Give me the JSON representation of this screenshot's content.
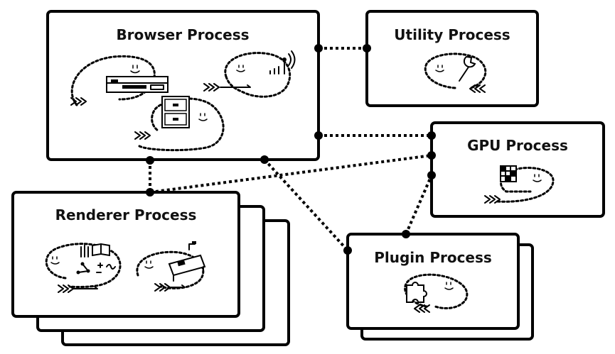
{
  "diagram": {
    "processes": {
      "browser": {
        "label": "Browser Process"
      },
      "utility": {
        "label": "Utility Process"
      },
      "gpu": {
        "label": "GPU Process"
      },
      "renderer": {
        "label": "Renderer Process"
      },
      "plugin": {
        "label": "Plugin Process"
      }
    },
    "connections": [
      {
        "from": "browser",
        "to": "utility"
      },
      {
        "from": "browser",
        "to": "gpu"
      },
      {
        "from": "browser",
        "to": "renderer"
      },
      {
        "from": "browser",
        "to": "plugin"
      },
      {
        "from": "renderer",
        "to": "gpu"
      },
      {
        "from": "plugin",
        "to": "gpu"
      }
    ],
    "icons": [
      "network-card-icon",
      "antenna-icon",
      "file-cabinet-icon",
      "wrench-icon",
      "grid-chip-icon",
      "puzzle-piece-icon",
      "book-graph-icon",
      "desk-icon"
    ]
  }
}
